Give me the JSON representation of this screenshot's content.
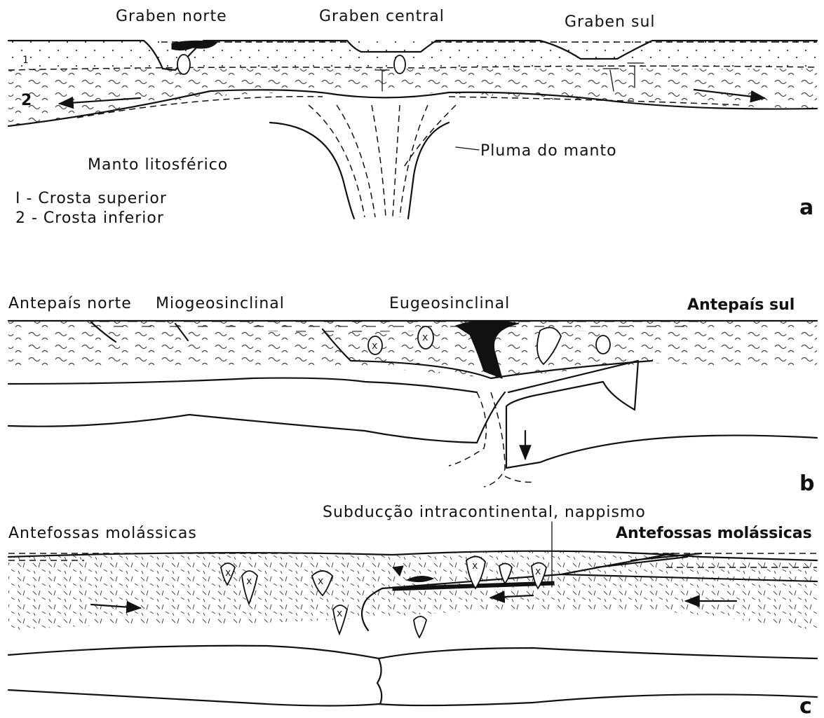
{
  "panel_a": {
    "letter": "a",
    "graben_norte": "Graben norte",
    "graben_central": "Graben central",
    "graben_sul": "Graben sul",
    "layer_1": "1",
    "layer_2": "2",
    "manto": "Manto litosférico",
    "pluma": "Pluma do manto",
    "legend_1": "I - Crosta superior",
    "legend_2": "2 - Crosta inferior"
  },
  "panel_b": {
    "letter": "b",
    "antepais_norte": "Antepaís norte",
    "miogeosinclinal": "Miogeosinclinal",
    "eugeosinclinal": "Eugeosinclinal",
    "antepais_sul": "Antepaís sul"
  },
  "panel_c": {
    "letter": "c",
    "antefossas_left": "Antefossas molássicas",
    "subduccao": "Subducção intracontinental, nappismo",
    "antefossas_right": "Antefossas molássicas"
  }
}
